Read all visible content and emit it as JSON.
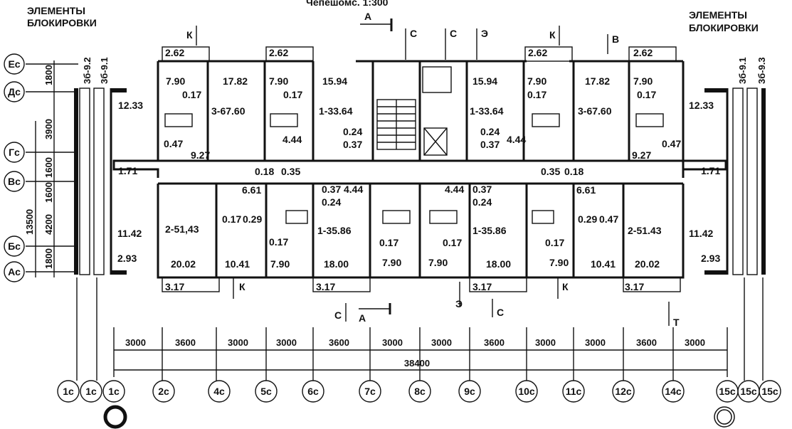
{
  "header": {
    "caption": "Чепешомс. 1:300",
    "left_title": [
      "ЭЛЕМЕНТЫ",
      "БЛОКИРОВКИ"
    ],
    "right_title": [
      "ЭЛЕМЕНТЫ",
      "БЛОКИРОВКИ"
    ]
  },
  "row_axes": [
    "Ес",
    "Дс",
    "Гс",
    "Вс",
    "Бс",
    "Ас"
  ],
  "row_dims": [
    "1800",
    "3900",
    "1600",
    "1600",
    "4200",
    "1800"
  ],
  "row_dim_total": "13500",
  "side_tags": {
    "left": [
      "3б-9.2",
      "3б-9.1"
    ],
    "right": [
      "3б-9.1",
      "3б-9.3"
    ]
  },
  "section_marks": {
    "A_top": "А",
    "A_bottom": "А",
    "c1": "С",
    "c2": "С",
    "e1": "Э",
    "k1": "К",
    "k2": "К",
    "v": "В",
    "k3": "К",
    "k4": "К",
    "c3": "С",
    "e2": "Э",
    "c4": "С",
    "t": "Т"
  },
  "rooms": {
    "l_bal1": "2.62",
    "l_bath1": "7.90",
    "l_liv1": "17.82",
    "l_apt1": "3-67.60",
    "l_small1": "0.17",
    "l_1233": "12.33",
    "l_047": "0.47",
    "l_927": "9.27",
    "l_171": "1.71",
    "l_bal2": "2.62",
    "l_bath2": "7.90",
    "l_small2": "0.17",
    "l_1594": "15.94",
    "l_apt2": "1-33.64",
    "l_444": "4.44",
    "l_024": "0.24",
    "l_037": "0.37",
    "l_018": "0.18",
    "l_035": "0.35",
    "l_661": "6.61",
    "l_apt3": "2-51,43",
    "l_1142": "11.42",
    "l_293": "2.93",
    "l_2002": "20.02",
    "l_317": "3.17",
    "l_0170": "0.17",
    "l_029": "0.29",
    "l_1041": "10.41",
    "l_017b": "0.17",
    "l_790b": "7.90",
    "l_037b": "0.37",
    "l_444b": "4.44",
    "l_024b": "0.24",
    "l_apt4": "1-35.86",
    "l_1800": "18.00",
    "l_317b": "3.17",
    "l_017c": "0.17",
    "l_790c": "7.90",
    "r_1594": "15.94",
    "r_bath1": "7.90",
    "r_bal1": "2.62",
    "r_small1": "0.17",
    "r_apt1": "1-33.64",
    "r_024": "0.24",
    "r_037": "0.37",
    "r_444": "4.44",
    "r_liv": "17.82",
    "r_apt2": "3-67.60",
    "r_bal2": "2.62",
    "r_bath2": "7.90",
    "r_small2": "0.17",
    "r_1233": "12.33",
    "r_047": "0.47",
    "r_927": "9.27",
    "r_171": "1.71",
    "r_035": "0.35",
    "r_018": "0.18",
    "r_661": "6.61",
    "r_444b": "4.44",
    "r_037b": "0.37",
    "r_024b": "0.24",
    "r_apt3": "1-35.86",
    "r_017b": "0.17",
    "r_790b": "7.90",
    "r_1800": "18.00",
    "r_317b": "3.17",
    "r_029": "0.29",
    "r_047b": "0.47",
    "r_017c": "0.17",
    "r_790c": "7.90",
    "r_1041": "10.41",
    "r_apt4": "2-51.43",
    "r_2002": "20.02",
    "r_317": "3.17",
    "r_1142": "11.42",
    "r_293": "2.93"
  },
  "column_dims": [
    "3000",
    "3600",
    "3000",
    "3000",
    "3600",
    "3000",
    "3000",
    "3600",
    "3000",
    "3000",
    "3600",
    "3000"
  ],
  "overall_dim": "38400",
  "column_axes": [
    "1с",
    "1с",
    "1с",
    "2с",
    "4с",
    "5с",
    "6с",
    "7с",
    "8с",
    "9с",
    "10с",
    "11с",
    "12с",
    "14с",
    "15с",
    "15с",
    "15с"
  ]
}
